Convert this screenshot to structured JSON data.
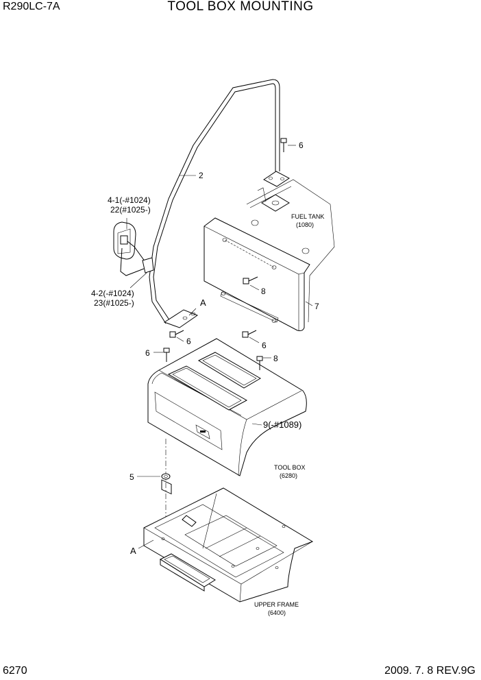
{
  "header": {
    "model": "R290LC-7A",
    "title": "TOOL BOX MOUNTING"
  },
  "footer": {
    "page": "6270",
    "revision": "2009. 7. 8  REV.9G"
  },
  "labels": {
    "p6_top": "6",
    "p2": "2",
    "p4_1": "4-1(-#1024)",
    "p22": "22(#1025-)",
    "p4_2": "4-2(-#1024)",
    "p23": "23(#1025-)",
    "fuel_tank": "FUEL TANK",
    "fuel_tank_code": "(1080)",
    "p8_upper": "8",
    "p7": "7",
    "a_upper": "A",
    "p6_left_upper": "6",
    "p6_center": "6",
    "p6_left": "6",
    "p8_right": "8",
    "p9": "9(-#1089)",
    "tool_box": "TOOL BOX",
    "tool_box_code": "(6280)",
    "p5": "5",
    "a_lower": "A",
    "upper_frame": "UPPER FRAME",
    "upper_frame_code": "(6400)"
  }
}
